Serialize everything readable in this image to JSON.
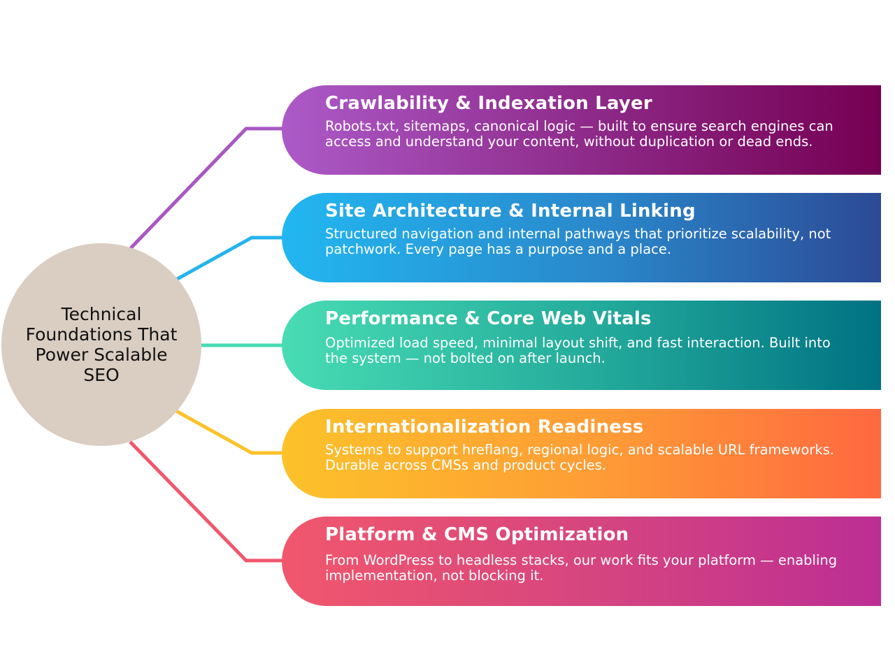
{
  "center": {
    "label": "Technical Foundations That Power Scalable SEO",
    "color": "#dacdc2"
  },
  "cards": [
    {
      "title": "Crawlability & Indexation Layer",
      "description": "Robots.txt, sitemaps, canonical logic — built to ensure search engines can access and understand your content, without duplication or dead ends.",
      "gradient": [
        "#ac5ac8",
        "#750052"
      ],
      "line_color": "#ac5ac8"
    },
    {
      "title": "Site Architecture & Internal Linking",
      "description": "Structured navigation and internal pathways that prioritize scalability, not patchwork. Every page has a purpose and a place.",
      "gradient": [
        "#22b7f1",
        "#2c4a96"
      ],
      "line_color": "#22b7f1"
    },
    {
      "title": "Performance & Core Web Vitals",
      "description": "Optimized load speed, minimal layout shift, and fast interaction. Built into the system — not bolted on after launch.",
      "gradient": [
        "#48dcb4",
        "#007283"
      ],
      "line_color": "#48dcb4"
    },
    {
      "title": "Internationalization Readiness",
      "description": "Systems to support hreflang, regional logic, and scalable URL frameworks. Durable across CMSs and product cycles.",
      "gradient": [
        "#fcc22a",
        "#ff6840"
      ],
      "line_color": "#fcc22a"
    },
    {
      "title": "Platform & CMS Optimization",
      "description": "From WordPress to headless stacks, our work fits your platform — enabling implementation, not blocking it.",
      "gradient": [
        "#f1576c",
        "#bc2e94"
      ],
      "line_color": "#f1576c"
    }
  ]
}
